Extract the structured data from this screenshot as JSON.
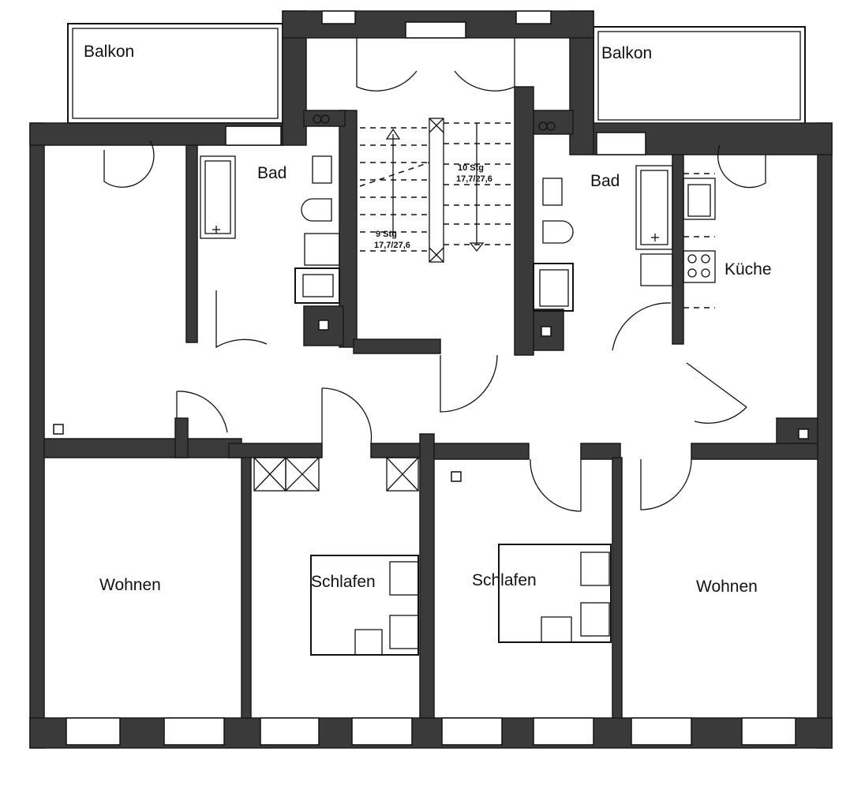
{
  "rooms": {
    "balkon_left": "Balkon",
    "balkon_right": "Balkon",
    "bad_left": "Bad",
    "bad_right": "Bad",
    "kueche": "Küche",
    "wohnen_left": "Wohnen",
    "wohnen_right": "Wohnen",
    "schlafen_left": "Schlafen",
    "schlafen_right": "Schlafen"
  },
  "stairs": {
    "upper_count": "10 Stg",
    "upper_dims": "17,7/27,6",
    "lower_count": "9 Stg",
    "lower_dims": "17,7/27,6"
  }
}
